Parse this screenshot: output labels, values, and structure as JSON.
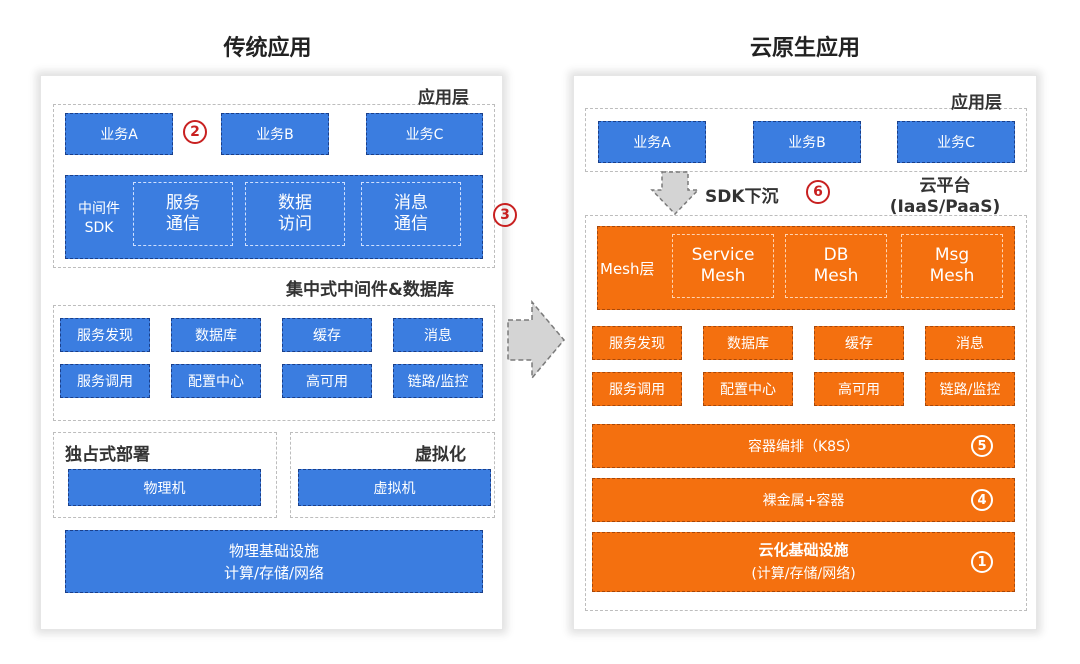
{
  "left": {
    "title": "传统应用",
    "app_layer_label": "应用层",
    "apps": [
      "业务A",
      "业务B",
      "业务C"
    ],
    "marker_2": "2",
    "middleware_label": "中间件\nSDK",
    "middleware_items": [
      "服务\n通信",
      "数据\n访问",
      "消息\n通信"
    ],
    "marker_3": "3",
    "central_label": "集中式中间件&数据库",
    "central_items": [
      "服务发现",
      "数据库",
      "缓存",
      "消息",
      "服务调用",
      "配置中心",
      "高可用",
      "链路/监控"
    ],
    "dedicated_label": "独占式部署",
    "dedicated_item": "物理机",
    "virtual_label": "虚拟化",
    "virtual_item": "虚拟机",
    "infra_text": "物理基础设施\n计算/存储/网络"
  },
  "right": {
    "title": "云原生应用",
    "app_layer_label": "应用层",
    "apps": [
      "业务A",
      "业务B",
      "业务C"
    ],
    "sdk_text": "SDK下沉",
    "marker_6": "6",
    "cloud_label": "云平台\n(IaaS/PaaS)",
    "mesh_label": "Mesh层",
    "mesh_items": [
      "Service\nMesh",
      "DB\nMesh",
      "Msg\nMesh"
    ],
    "services": [
      "服务发现",
      "数据库",
      "缓存",
      "消息",
      "服务调用",
      "配置中心",
      "高可用",
      "链路/监控"
    ],
    "k8s_text": "容器编排（K8S）",
    "marker_5": "5",
    "bare_text": "裸金属+容器",
    "marker_4": "4",
    "cloud_infra_title": "云化基础设施",
    "cloud_infra_sub": "(计算/存储/网络)",
    "marker_1": "1"
  },
  "colors": {
    "blue": "#3b7de0",
    "orange": "#f4700f",
    "marker_red": "#c82020"
  }
}
